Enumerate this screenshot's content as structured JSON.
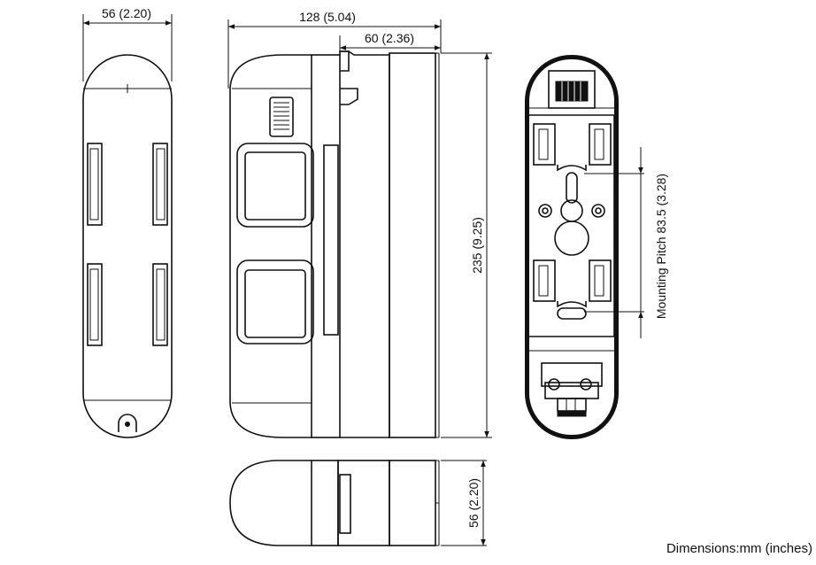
{
  "dimensions": {
    "front_width": "56 (2.20)",
    "side_depth": "128 (5.04)",
    "side_body_depth": "60 (2.36)",
    "side_height": "235 (9.25)",
    "bottom_width": "56 (2.20)",
    "mounting_pitch": "Mounting Pitch 83.5 (3.28)"
  },
  "note": "Dimensions:mm (inches)"
}
